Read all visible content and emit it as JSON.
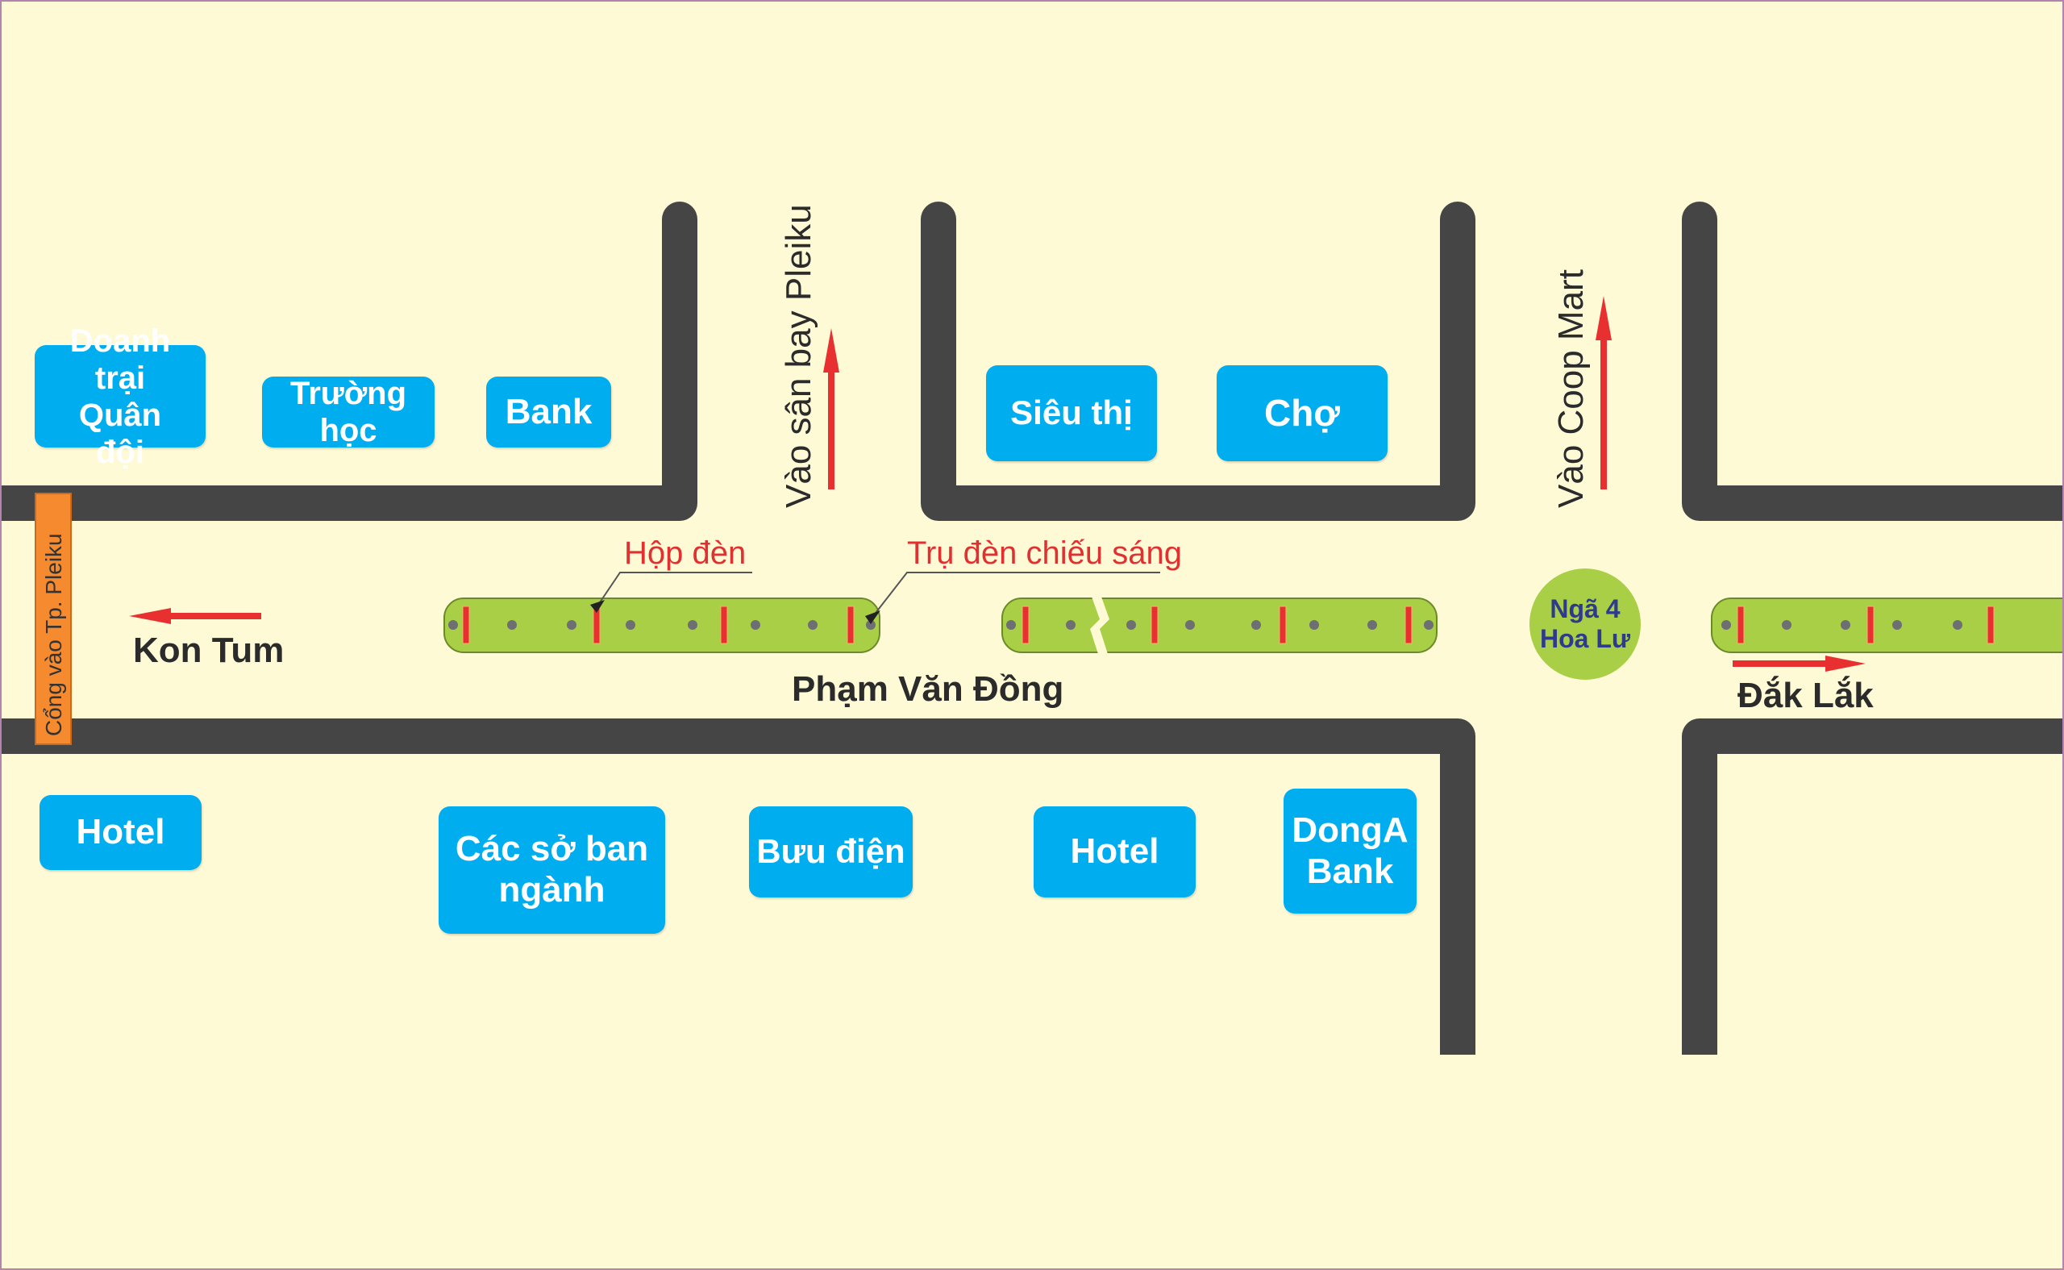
{
  "colors": {
    "road": "#454545",
    "box": "#00aeef",
    "median": "#a8cf45",
    "arrow": "#e83030",
    "gate": "#f58a2e",
    "label_red": "#e03030",
    "circle_text": "#2e3a8c"
  },
  "buildings": {
    "doanh_trai": "Doanh trại Quân đội",
    "truong_hoc": "Trường học",
    "bank": "Bank",
    "sieu_thi": "Siêu thị",
    "cho": "Chợ",
    "hotel_1": "Hotel",
    "cac_so": "Các sở ban ngành",
    "buu_dien": "Bưu điện",
    "hotel_2": "Hotel",
    "donga_bank": "DongA Bank"
  },
  "labels": {
    "gate": "Cổng vào Tp. Pleiku",
    "kon_tum": "Kon Tum",
    "street": "Phạm Văn Đồng",
    "dak_lak": "Đắk Lắk",
    "airport": "Vào sân bay Pleiku",
    "coop_mart": "Vào Coop Mart",
    "hop_den": "Hộp đèn",
    "tru_den": "Trụ đèn chiếu sáng",
    "intersection": "Ngã 4 Hoa Lư"
  }
}
